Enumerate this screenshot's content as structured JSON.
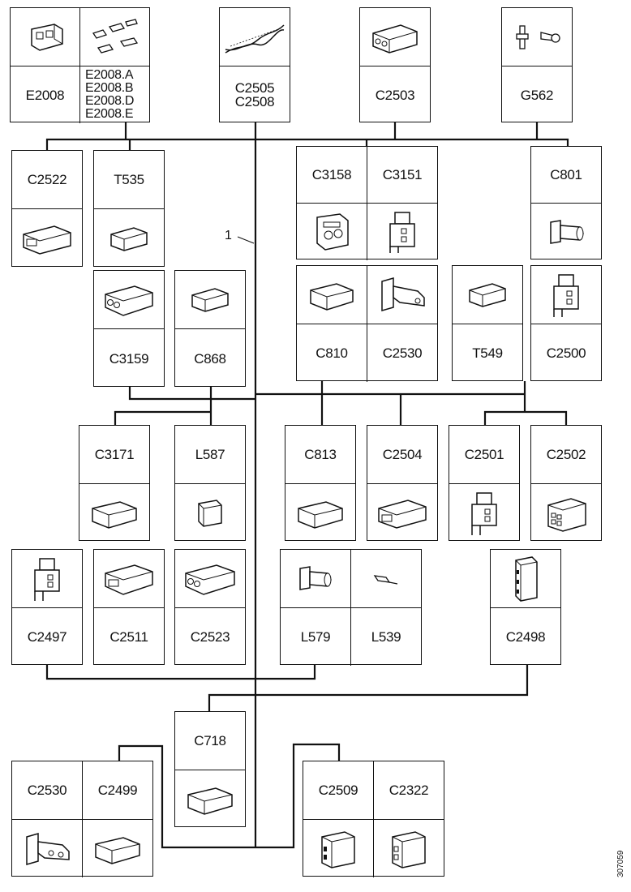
{
  "diagram": {
    "harness_callout": "1",
    "figure_number": "307059",
    "line_color": "#111111",
    "connectors": {
      "e2008": "E2008",
      "e2008_variants": [
        "E2008.A",
        "E2008.B",
        "E2008.D",
        "E2008.E"
      ],
      "c2505_c2508": [
        "C2505",
        "C2508"
      ],
      "c2503": "C2503",
      "g562": "G562",
      "c2522": "C2522",
      "t535": "T535",
      "c3158": "C3158",
      "c3151": "C3151",
      "c801": "C801",
      "c3159": "C3159",
      "c868": "C868",
      "c810": "C810",
      "c2530_top": "C2530",
      "t549": "T549",
      "c2500": "C2500",
      "c3171": "C3171",
      "l587": "L587",
      "c813": "C813",
      "c2504": "C2504",
      "c2501": "C2501",
      "c2502": "C2502",
      "c2497": "C2497",
      "c2511": "C2511",
      "c2523": "C2523",
      "l579": "L579",
      "l539": "L539",
      "c2498": "C2498",
      "c718": "C718",
      "c2530_bottom": "C2530",
      "c2499": "C2499",
      "c2509": "C2509",
      "c2322": "C2322"
    }
  }
}
